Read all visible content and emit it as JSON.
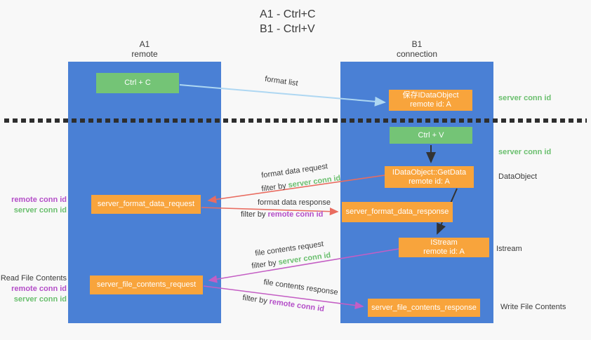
{
  "title": {
    "line1": "A1 - Ctrl+C",
    "line2": "B1 - Ctrl+V"
  },
  "columns": {
    "a1": {
      "name": "A1",
      "subtitle": "remote"
    },
    "b1": {
      "name": "B1",
      "subtitle": "connection"
    }
  },
  "boxes": {
    "ctrl_c": "Ctrl + C",
    "ctrl_v": "Ctrl + V",
    "save_idataobject": {
      "line1": "保存IDataObject",
      "line2": "remote id: A"
    },
    "getdata": {
      "line1": "IDataObject::GetData",
      "line2": "remote id: A"
    },
    "istream": {
      "line1": "IStream",
      "line2": "remote id: A"
    },
    "format_request": "server_format_data_request",
    "format_response": "server_format_data_response",
    "file_request": "server_file_contents_request",
    "file_response": "server_file_contents_response"
  },
  "side_labels": {
    "server_conn_id_top": "server conn id",
    "server_conn_id_mid": "server conn id",
    "dataobject": "DataObject",
    "istream": "Istream",
    "write_file_contents": "Write File Contents",
    "read_file_contents": "Read File Contents",
    "left_format": {
      "remote": "remote conn id",
      "server": "server conn id"
    },
    "left_file": {
      "remote": "remote conn id",
      "server": "server conn id"
    }
  },
  "arrow_labels": {
    "format_list": "format list",
    "format_data_request": "format data request",
    "filter_server_1": {
      "prefix": "filter by ",
      "value": "server conn id"
    },
    "format_data_response": "format data response",
    "filter_remote_1": {
      "prefix": "filter by ",
      "value": "remote conn id"
    },
    "file_contents_request": "file contents request",
    "filter_server_2": {
      "prefix": "filter by ",
      "value": "server conn id"
    },
    "file_contents_response": "file contents response",
    "filter_remote_2": {
      "prefix": "filter by ",
      "value": "remote conn id"
    }
  },
  "colors": {
    "column_blue": "#4a80d5",
    "box_green": "#74c476",
    "box_orange": "#f8a43c",
    "arrow_lightblue": "#aed7f2",
    "arrow_red": "#e96c60",
    "arrow_magenta": "#c45ec4",
    "arrow_black": "#333333",
    "text_green": "#6abf6e",
    "text_purple": "#b44ec8",
    "text_dark": "#3a3a3a"
  }
}
